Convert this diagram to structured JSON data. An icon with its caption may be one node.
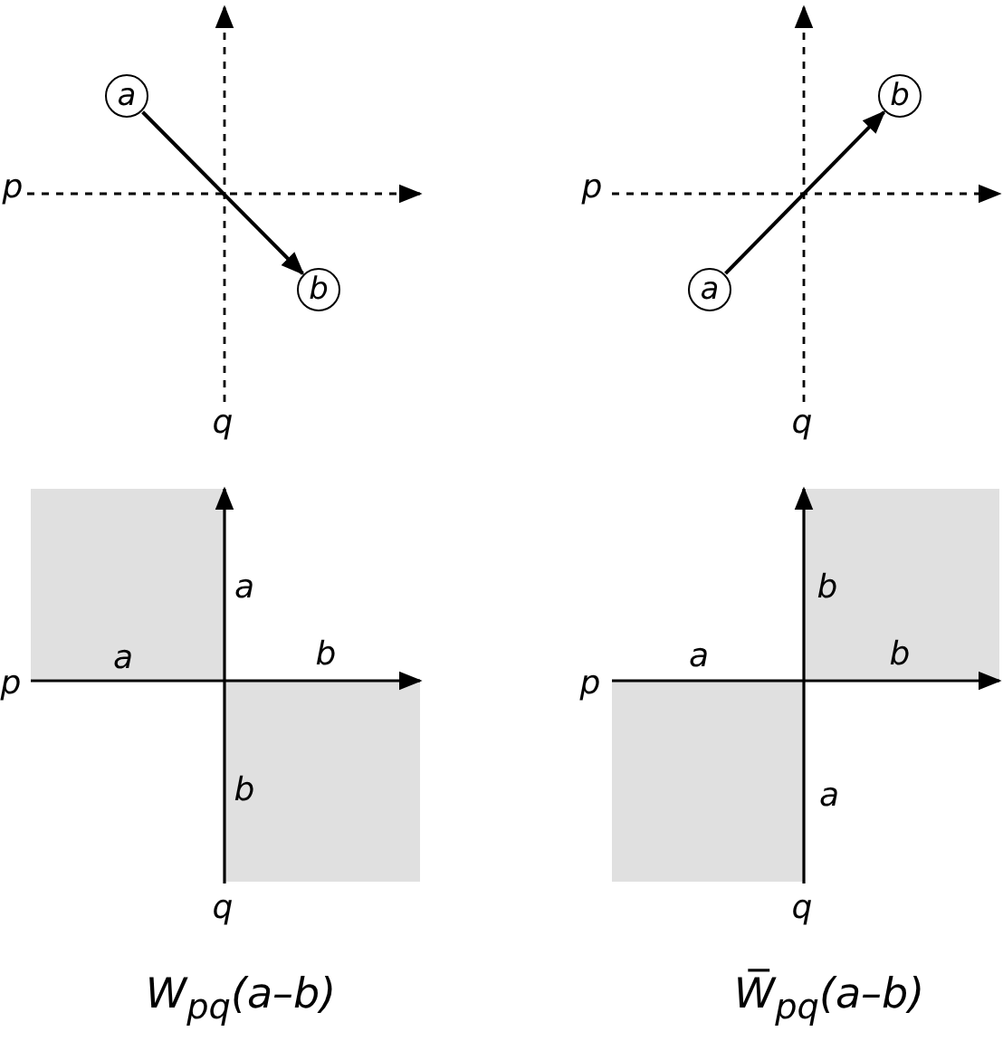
{
  "diagram": {
    "nodes": [
      {
        "text": [
          "a"
        ]
      },
      {
        "text": [
          "b"
        ]
      },
      {
        "text": [
          "a"
        ]
      },
      {
        "text": [
          "b"
        ]
      }
    ],
    "edges": [
      {
        "from": 0,
        "to": 1,
        "arrow": "to"
      },
      {
        "from": 2,
        "to": 3,
        "arrow": "to"
      }
    ],
    "labels": [
      "p",
      "q",
      "p",
      "q",
      "a",
      "a",
      "p",
      "b",
      "b",
      "q",
      "b",
      "a",
      "p",
      "b",
      "a",
      "q",
      "W$_{pq}$(a–b)",
      "W̅$_{pq}$(a–b)"
    ]
  }
}
